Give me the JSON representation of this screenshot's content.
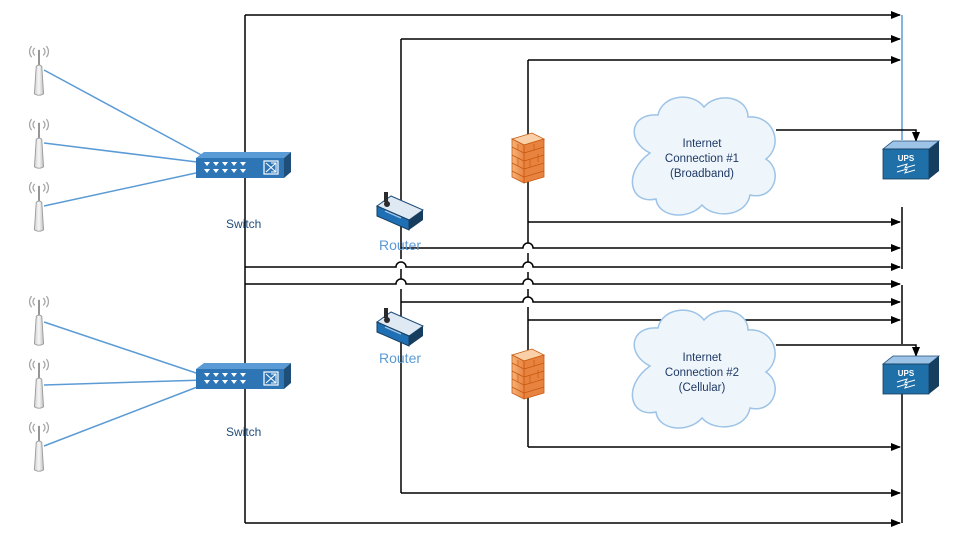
{
  "labels": {
    "switch_1": "Switch",
    "switch_2": "Switch",
    "router_1": "Router",
    "router_2": "Router",
    "ups_1": "UPS",
    "ups_2": "UPS"
  },
  "clouds": [
    {
      "line1": "Internet",
      "line2": "Connection #1",
      "line3": "(Broadband)"
    },
    {
      "line1": "Internet",
      "line2": "Connection #2",
      "line3": "(Cellular)"
    }
  ],
  "colors": {
    "wire": "#000000",
    "wireless_link": "#5b9bd5",
    "switch_blue": "#2e75b6",
    "router_blue": "#1f6fb5",
    "firewall_orange": "#f4a460",
    "ups_blue": "#1f6fa8",
    "cloud_fill": "#eef6fc",
    "cloud_stroke": "#9dc3e6"
  },
  "icons": {
    "access_point": "wireless-access-point-icon",
    "switch": "network-switch-icon",
    "router": "router-icon",
    "firewall": "firewall-brick-icon",
    "cloud": "internet-cloud-icon",
    "ups": "ups-power-icon"
  }
}
